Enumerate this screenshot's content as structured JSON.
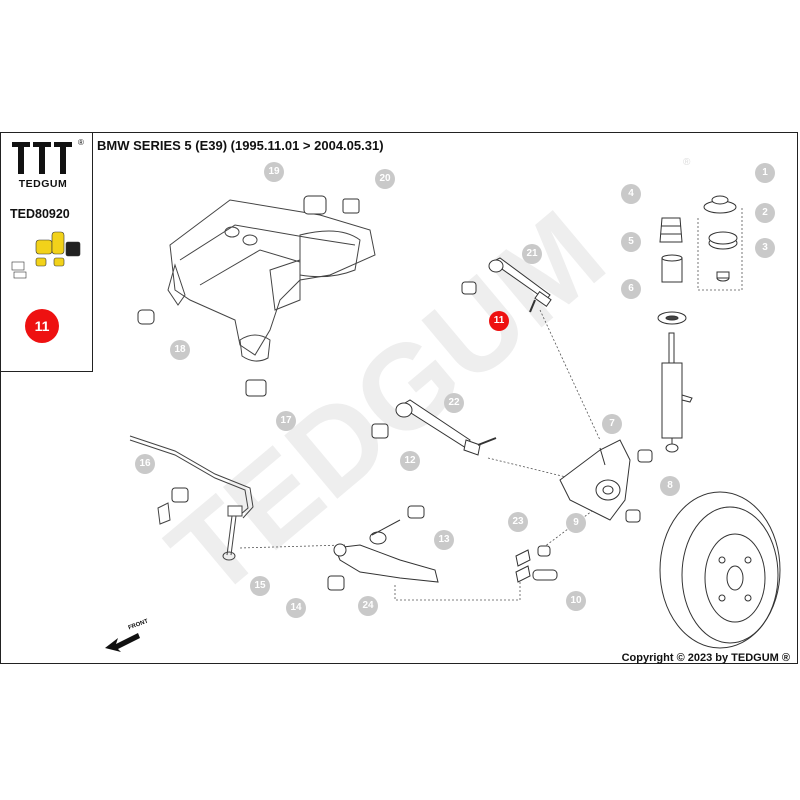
{
  "header": {
    "title": "BMW SERIES 5 (E39)  (1995.11.01 > 2004.05.31)"
  },
  "sidebar": {
    "brand": "TEDGUM",
    "registered_mark": "®",
    "product_code": "TED80920",
    "selected_part": "11"
  },
  "watermark": {
    "text": "TEDGUM",
    "registered_mark": "®"
  },
  "front_arrow": {
    "label": "FRONT"
  },
  "callouts": [
    {
      "id": "1",
      "highlight": false
    },
    {
      "id": "2",
      "highlight": false
    },
    {
      "id": "3",
      "highlight": false
    },
    {
      "id": "4",
      "highlight": false
    },
    {
      "id": "5",
      "highlight": false
    },
    {
      "id": "6",
      "highlight": false
    },
    {
      "id": "7",
      "highlight": false
    },
    {
      "id": "8",
      "highlight": false
    },
    {
      "id": "9",
      "highlight": false
    },
    {
      "id": "10",
      "highlight": false
    },
    {
      "id": "11",
      "highlight": true
    },
    {
      "id": "12",
      "highlight": false
    },
    {
      "id": "13",
      "highlight": false
    },
    {
      "id": "14",
      "highlight": false
    },
    {
      "id": "15",
      "highlight": false
    },
    {
      "id": "16",
      "highlight": false
    },
    {
      "id": "17",
      "highlight": false
    },
    {
      "id": "18",
      "highlight": false
    },
    {
      "id": "19",
      "highlight": false
    },
    {
      "id": "20",
      "highlight": false
    },
    {
      "id": "21",
      "highlight": false
    },
    {
      "id": "22",
      "highlight": false
    },
    {
      "id": "23",
      "highlight": false
    },
    {
      "id": "24",
      "highlight": false
    }
  ],
  "colors": {
    "callout_grey": "#c9c9c9",
    "highlight_red": "#ee1111",
    "bushing_yellow": "#f2d21a",
    "line_dark": "#222222"
  },
  "footer": {
    "copyright": "Copyright © 2023 by TEDGUM ®"
  }
}
